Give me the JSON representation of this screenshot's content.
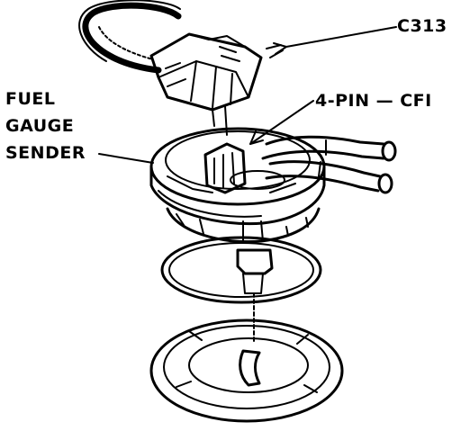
{
  "labels": {
    "connector": "C313",
    "pin_connector": "4-PIN — CFI",
    "sender_line1": "FUEL",
    "sender_line2": "GAUGE",
    "sender_line3": "SENDER"
  },
  "colors": {
    "ink": "#000000",
    "background": "#ffffff"
  }
}
